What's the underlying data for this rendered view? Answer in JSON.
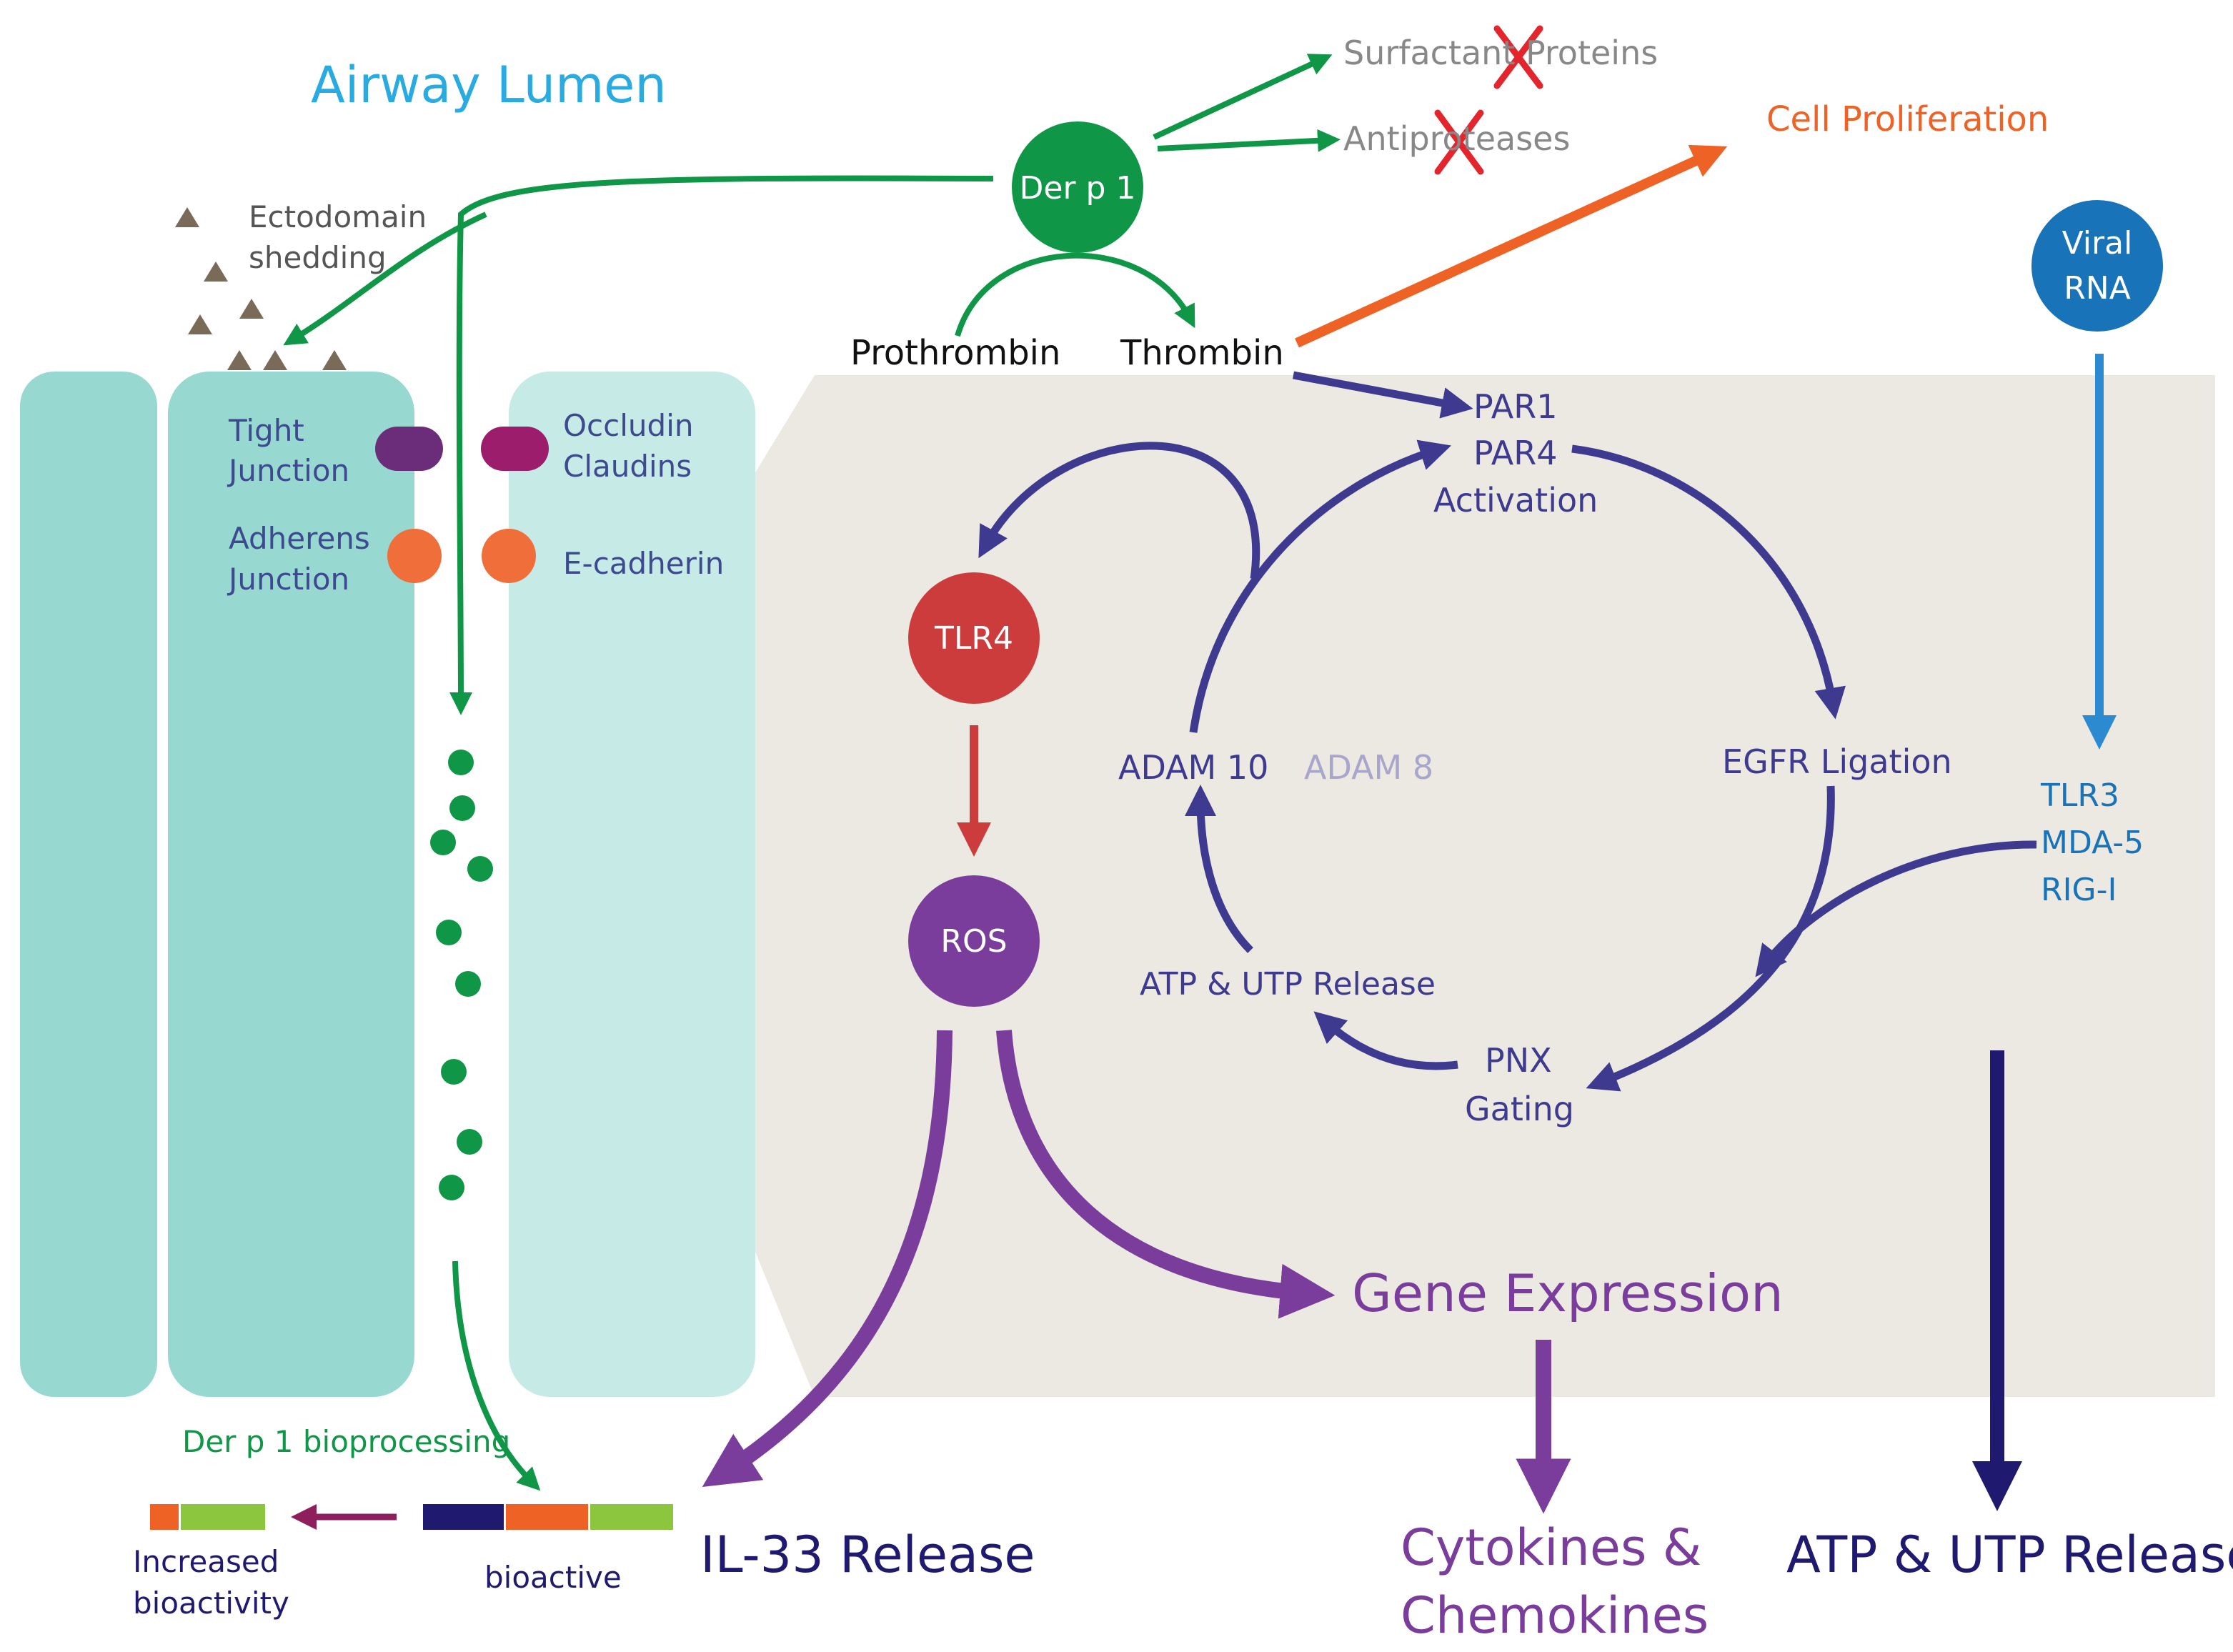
{
  "colors": {
    "green": "#0f9647",
    "teal": "#97d9d1",
    "teal_light": "#c6ebe6",
    "panel": "#ece9e3",
    "indigo": "#3d3a8f",
    "purple": "#7a3d9c",
    "red": "#cc3c3d",
    "orange": "#ef6226",
    "blue": "#1873b8",
    "sky": "#2c8bd0",
    "navy": "#1f1a6f"
  },
  "labels": {
    "airway_lumen": "Airway Lumen",
    "ectodomain_1": "Ectodomain",
    "ectodomain_2": "shedding",
    "tight_1": "Tight",
    "tight_2": "Junction",
    "adherens_1": "Adherens",
    "adherens_2": "Junction",
    "occludin": "Occludin",
    "claudins": "Claudins",
    "ecadherin": "E-cadherin",
    "derp1": "Der p 1",
    "surfactant": "Surfactant Proteins",
    "antiproteases": "Antiproteases",
    "cell_proliferation": "Cell Proliferation",
    "prothrombin": "Prothrombin",
    "thrombin": "Thrombin",
    "viral_1": "Viral",
    "viral_2": "RNA",
    "par1": "PAR1",
    "par4": "PAR4",
    "activation": "Activation",
    "tlr4": "TLR4",
    "ros": "ROS",
    "adam10": "ADAM 10",
    "adam8": "ADAM 8",
    "egfr": "EGFR Ligation",
    "tlr3": "TLR3",
    "mda5": "MDA-5",
    "rigi": "RIG-I",
    "atp_utp_inner": "ATP & UTP Release",
    "pnx": "PNX",
    "gating": "Gating",
    "gene_expression": "Gene Expression",
    "derp1_bioprocessing": "Der p 1 bioprocessing",
    "increased_1": "Increased",
    "increased_2": "bioactivity",
    "bioactive": "bioactive",
    "il33": "IL-33 Release",
    "cytokines_1": "Cytokines &",
    "cytokines_2": "Chemokines",
    "atp_utp_outer": "ATP & UTP Release"
  }
}
